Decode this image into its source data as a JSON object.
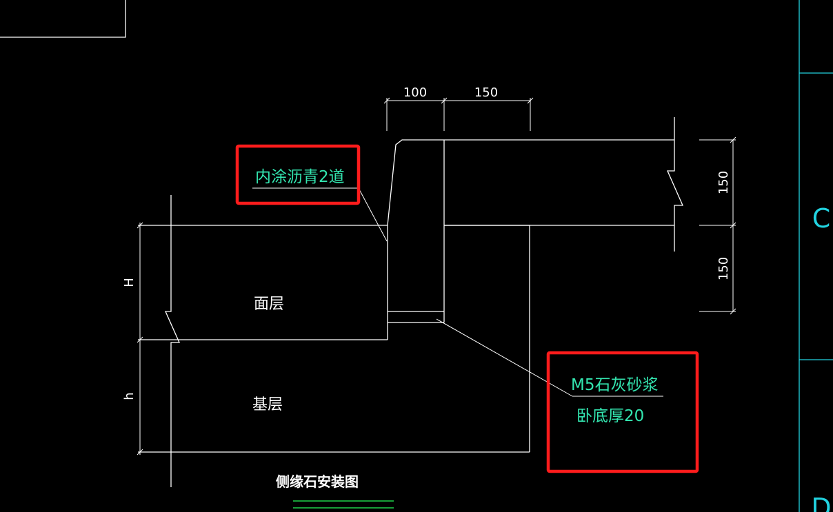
{
  "drawing": {
    "title": "侧缘石安装图",
    "layer_surface": "面层",
    "layer_base": "基层",
    "dim_top_left": "100",
    "dim_top_right": "150",
    "dim_right_upper": "150",
    "dim_right_lower": "150",
    "dim_H": "H",
    "dim_h": "h",
    "grid_label_c": "C",
    "grid_label_d": "D"
  },
  "annotations": {
    "asphalt": "内涂沥青2道",
    "mortar_line1": "M5石灰砂浆",
    "mortar_line2": "卧底厚20"
  },
  "colors": {
    "background": "#000000",
    "line": "#ffffff",
    "annotation": "#33e6b0",
    "highlight": "#ff1c1c",
    "grid": "#22d3e0",
    "title_underline": "#1fd24a"
  }
}
